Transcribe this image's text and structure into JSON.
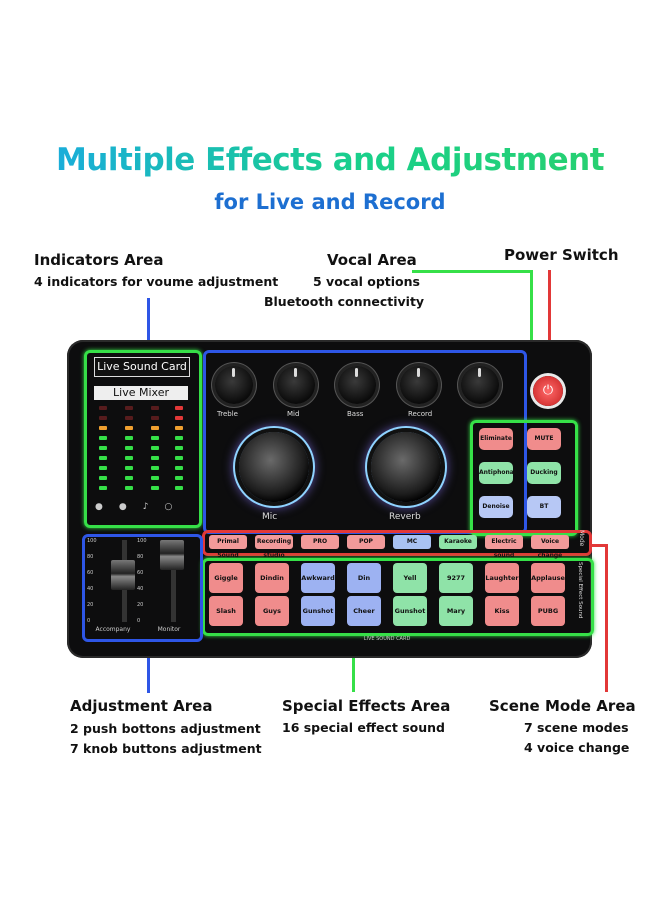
{
  "header": {
    "title": "Multiple Effects and Adjustment",
    "subtitle": "for Live and Record"
  },
  "callouts": {
    "indicators": {
      "title": "Indicators Area",
      "line1": "4 indicators for voume adjustment"
    },
    "vocal": {
      "title": "Vocal Area",
      "line1": "5 vocal options",
      "line2": "Bluetooth connectivity"
    },
    "power": {
      "title": "Power Switch"
    },
    "adjustment": {
      "title": "Adjustment Area",
      "line1": "2 push bottons adjustment",
      "line2": "7 knob buttons adjustment"
    },
    "special": {
      "title": "Special Effects Area",
      "line1": "16 special effect sound"
    },
    "scene": {
      "title": "Scene Mode Area",
      "line1": "7 scene modes",
      "line2": "4 voice change"
    }
  },
  "device": {
    "brand": "Live Sound Card",
    "mixer_label": "Live Mixer",
    "knobs": [
      "Treble",
      "Mid",
      "Bass",
      "Record"
    ],
    "big_knobs": [
      "Mic",
      "Reverb"
    ],
    "vocal_buttons": [
      {
        "label": "Eliminate",
        "color": "#f08c8c"
      },
      {
        "label": "MUTE",
        "color": "#f08c8c"
      },
      {
        "label": "Antiphonal play",
        "color": "#8fe3a8"
      },
      {
        "label": "Ducking",
        "color": "#8fe3a8"
      },
      {
        "label": "Denoise",
        "color": "#b7c8f5"
      },
      {
        "label": "BT",
        "color": "#b7c8f5"
      }
    ],
    "scene_buttons": [
      {
        "label": "Primal Sound",
        "color": "#f29a9a"
      },
      {
        "label": "Recording studio",
        "color": "#f29a9a"
      },
      {
        "label": "PRO",
        "color": "#f29a9a"
      },
      {
        "label": "POP",
        "color": "#f29a9a"
      },
      {
        "label": "MC",
        "color": "#a9c2f2"
      },
      {
        "label": "Karaoke",
        "color": "#8fe3a8"
      },
      {
        "label": "Electric sound",
        "color": "#f29a9a"
      },
      {
        "label": "Voice change",
        "color": "#f29a9a"
      }
    ],
    "mode_label": "Mode",
    "special_label": "Special Effect Sound",
    "effects_row1": [
      {
        "label": "Giggle",
        "color": "#f08c8c"
      },
      {
        "label": "Dindin",
        "color": "#f08c8c"
      },
      {
        "label": "Awkward",
        "color": "#9db2f2"
      },
      {
        "label": "Din",
        "color": "#9db2f2"
      },
      {
        "label": "Yell",
        "color": "#8fe3a8"
      },
      {
        "label": "9277",
        "color": "#8fe3a8"
      },
      {
        "label": "Laughter",
        "color": "#f08c8c"
      },
      {
        "label": "Applause",
        "color": "#f08c8c"
      }
    ],
    "effects_row2": [
      {
        "label": "Slash",
        "color": "#f08c8c"
      },
      {
        "label": "Guys",
        "color": "#f08c8c"
      },
      {
        "label": "Gunshot",
        "color": "#9db2f2"
      },
      {
        "label": "Cheer",
        "color": "#9db2f2"
      },
      {
        "label": "Gunshot",
        "color": "#8fe3a8"
      },
      {
        "label": "Mary",
        "color": "#8fe3a8"
      },
      {
        "label": "Kiss",
        "color": "#f08c8c"
      },
      {
        "label": "PUBG",
        "color": "#f08c8c"
      }
    ],
    "bottom_label": "LIVE SOUND CARD",
    "fader_labels": [
      "Accompany",
      "Monitor"
    ],
    "fader_ticks": [
      "100",
      "80",
      "60",
      "40",
      "20",
      "0"
    ]
  },
  "colors": {
    "green": "#36e048",
    "blue": "#2e56e6",
    "red": "#e23838",
    "power": "#e23838"
  }
}
